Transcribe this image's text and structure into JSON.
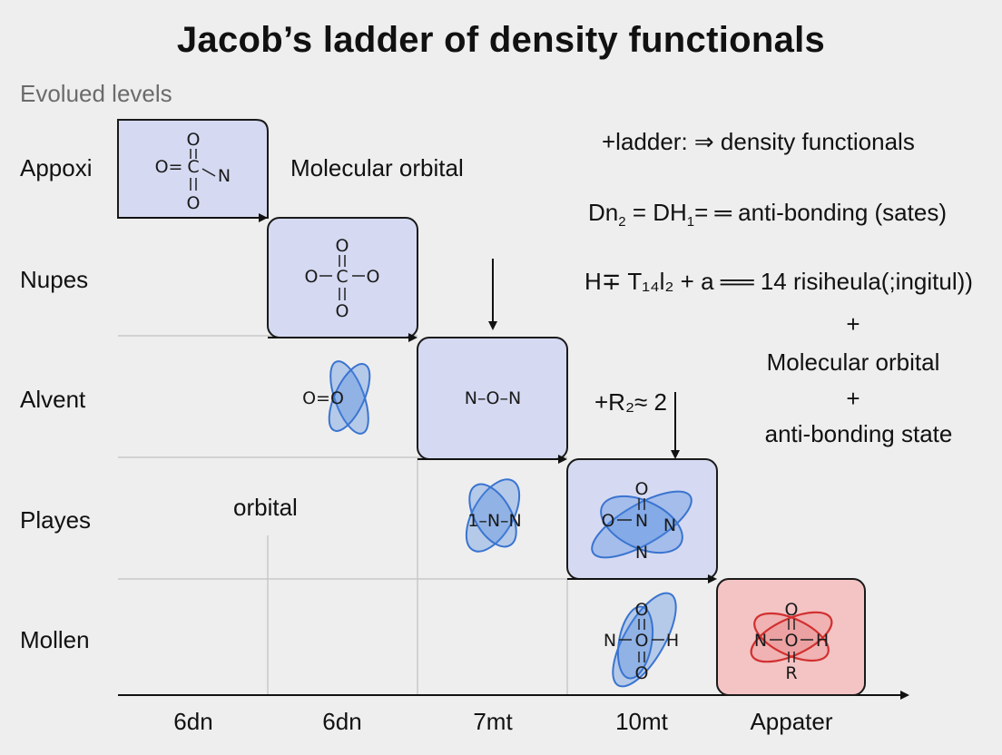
{
  "title": "Jacob’s ladder of density functionals",
  "subtitle": "Evolued levels",
  "rows": [
    "Appoxi",
    "Nupes",
    "Alvent",
    "Playes",
    "Mollen"
  ],
  "columns": [
    "6dn",
    "6dn",
    "7mt",
    "10mt",
    "Appater"
  ],
  "labels": {
    "molecular_orbital_top": "Molecular orbital",
    "orbital": "orbital",
    "r2_annotation": "+R₂≈ 2"
  },
  "equations": {
    "line1": "+ladder: ⇒ density functionals",
    "line2_a": "Dn",
    "line2_sub_a": "2",
    "line2_b": " = DH",
    "line2_sub_b": "1",
    "line2_c": "= ═ anti-bonding (sates)",
    "line3": "H∓ T₁₄l₂ + a ══ 14 risiheula(;ingitul))",
    "plus1": "+",
    "line4": "Molecular orbital",
    "plus2": "+",
    "line5": "anti-bonding state"
  },
  "molecules": {
    "m1": {
      "top": "O",
      "left": "O=",
      "center": "C",
      "right": "N",
      "bottom": "O"
    },
    "m2": {
      "top": "O",
      "left": "O",
      "center": "C",
      "right": "O",
      "bottom": "O"
    },
    "m3": "N–O–N",
    "m4": "O=O",
    "m5": "1–N–N",
    "m6": {
      "top": "O",
      "left": "O",
      "center": "N",
      "right": "N",
      "bottom": "N"
    },
    "m7": {
      "top": "O",
      "left": "N",
      "center": "O",
      "right": "H",
      "bottom": "O"
    },
    "m8": {
      "top": "O",
      "left": "N",
      "center": "O",
      "right": "H",
      "bottom": "R"
    }
  },
  "colors": {
    "step_fill": "#d5daf2",
    "step_stroke": "#1a1a1a",
    "final_fill": "#f4c4c4",
    "orbital_blue": "#4a86e0",
    "orbital_red": "#d23030",
    "grid": "#c8c8c8"
  }
}
